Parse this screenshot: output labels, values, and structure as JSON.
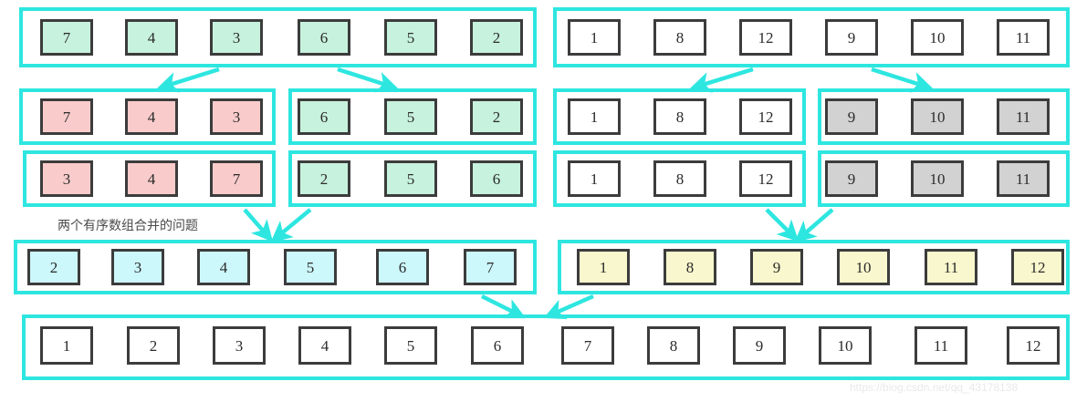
{
  "diagram": {
    "title": "merge-sort-visualization",
    "caption": "两个有序数组合并的问题",
    "watermark": "https://blog.csdn.net/qq_43178138",
    "colors": {
      "container_border": "#2ee6e0",
      "arrow": "#2ee6e0",
      "cell_border": "#3c3c3c",
      "green": "#c7f2dd",
      "white": "#ffffff",
      "pink": "#f9cccb",
      "gray": "#d2d2d2",
      "cyan": "#ccf7fb",
      "yellow": "#f9f7cd"
    },
    "rows": [
      {
        "id": "row-1-initial",
        "groups": [
          {
            "id": "g-1-left",
            "fill": "green",
            "values": [
              "7",
              "4",
              "3",
              "6",
              "5",
              "2"
            ]
          },
          {
            "id": "g-1-right",
            "fill": "white",
            "values": [
              "1",
              "8",
              "12",
              "9",
              "10",
              "11"
            ]
          }
        ]
      },
      {
        "id": "row-2-split",
        "groups": [
          {
            "id": "g-2-a",
            "fill": "pink",
            "values": [
              "7",
              "4",
              "3"
            ]
          },
          {
            "id": "g-2-b",
            "fill": "green",
            "values": [
              "6",
              "5",
              "2"
            ]
          },
          {
            "id": "g-2-c",
            "fill": "white",
            "values": [
              "1",
              "8",
              "12"
            ]
          },
          {
            "id": "g-2-d",
            "fill": "gray",
            "values": [
              "9",
              "10",
              "11"
            ]
          }
        ]
      },
      {
        "id": "row-3-sorted-halves",
        "groups": [
          {
            "id": "g-3-a",
            "fill": "pink",
            "values": [
              "3",
              "4",
              "7"
            ]
          },
          {
            "id": "g-3-b",
            "fill": "green",
            "values": [
              "2",
              "5",
              "6"
            ]
          },
          {
            "id": "g-3-c",
            "fill": "white",
            "values": [
              "1",
              "8",
              "12"
            ]
          },
          {
            "id": "g-3-d",
            "fill": "gray",
            "values": [
              "9",
              "10",
              "11"
            ]
          }
        ]
      },
      {
        "id": "row-4-merged-halves",
        "groups": [
          {
            "id": "g-4-left",
            "fill": "cyan",
            "values": [
              "2",
              "3",
              "4",
              "5",
              "6",
              "7"
            ]
          },
          {
            "id": "g-4-right",
            "fill": "yellow",
            "values": [
              "1",
              "8",
              "9",
              "10",
              "11",
              "12"
            ]
          }
        ]
      },
      {
        "id": "row-5-final",
        "groups": [
          {
            "id": "g-5-final",
            "fill": "white",
            "values": [
              "1",
              "2",
              "3",
              "4",
              "5",
              "6",
              "7",
              "8",
              "9",
              "10",
              "11",
              "12"
            ]
          }
        ]
      }
    ]
  }
}
